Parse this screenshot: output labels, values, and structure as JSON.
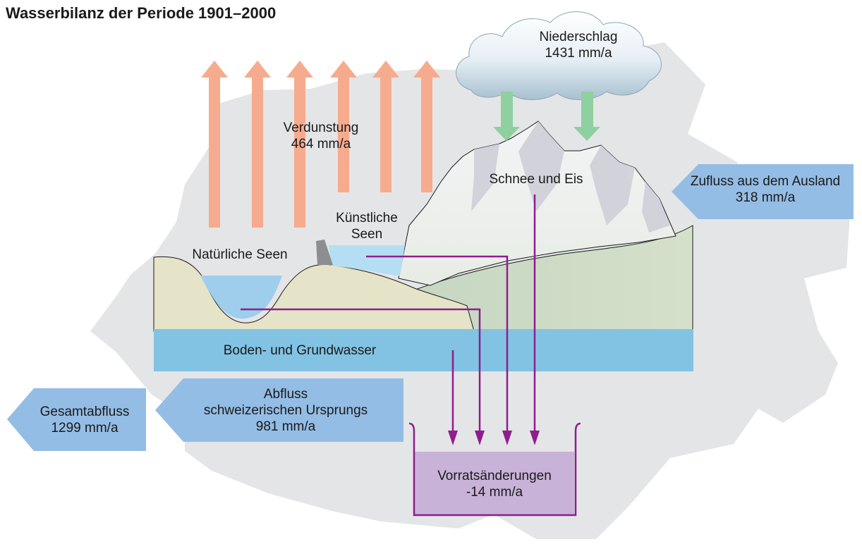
{
  "title": "Wasserbilanz der Periode 1901–2000",
  "labels": {
    "niederschlag": {
      "line1": "Niederschlag",
      "line2": "1431 mm/a"
    },
    "verdunstung": {
      "line1": "Verdunstung",
      "line2": "464 mm/a"
    },
    "kuenstliche_seen": {
      "line1": "Künstliche",
      "line2": "Seen"
    },
    "natuerliche_seen": "Natürliche Seen",
    "schnee_eis": "Schnee und Eis",
    "zufluss": {
      "line1": "Zufluss aus dem Ausland",
      "line2": "318 mm/a"
    },
    "boden_grundwasser": "Boden- und Grundwasser",
    "abfluss": {
      "line1": "Abfluss",
      "line2": "schweizerischen Ursprungs",
      "line3": "981 mm/a"
    },
    "gesamtabfluss": {
      "line1": "Gesamtabfluss",
      "line2": "1299 mm/a"
    },
    "vorrat": {
      "line1": "Vorratsänderungen",
      "line2": "-14 mm/a"
    }
  },
  "colors": {
    "evaporation_arrow": "#f7ab8e",
    "precipitation_arrow": "#8fd0a0",
    "flow_line": "#8e1e8e",
    "inflow_outflow_arrow": "#94bde5",
    "groundwater": "#82c3e3",
    "lake": "#9fcdec",
    "reservoir": "#b5def4",
    "storage_box": "#c9b2d8",
    "switzerland_map": "#e4e5e7",
    "hill": "#e5e3c8",
    "green_hill": "#cfdcc6"
  }
}
